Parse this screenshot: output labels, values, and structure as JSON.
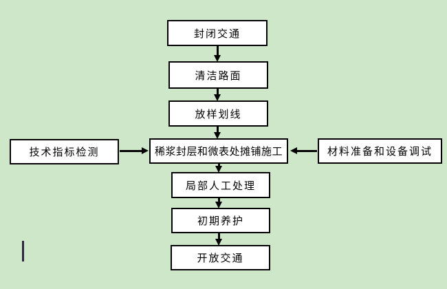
{
  "colors": {
    "background": "#cfe7c9",
    "node_fill": "#ffffff",
    "node_border": "#000000",
    "arrow": "#000000",
    "text_cursor": "#2e2340"
  },
  "nodes": [
    {
      "label": "封闭交通"
    },
    {
      "label": "清洁路面"
    },
    {
      "label": "放样划线"
    },
    {
      "label": "技术指标检测"
    },
    {
      "label": "稀浆封层和微表处摊铺施工"
    },
    {
      "label": "材料准备和设备调试"
    },
    {
      "label": "局部人工处理"
    },
    {
      "label": "初期养护"
    },
    {
      "label": "开放交通"
    }
  ],
  "edges": [
    {
      "from": "封闭交通",
      "to": "清洁路面",
      "direction": "down"
    },
    {
      "from": "清洁路面",
      "to": "放样划线",
      "direction": "down"
    },
    {
      "from": "放样划线",
      "to": "稀浆封层和微表处摊铺施工",
      "direction": "down"
    },
    {
      "from": "技术指标检测",
      "to": "稀浆封层和微表处摊铺施工",
      "direction": "right"
    },
    {
      "from": "材料准备和设备调试",
      "to": "稀浆封层和微表处摊铺施工",
      "direction": "left"
    },
    {
      "from": "稀浆封层和微表处摊铺施工",
      "to": "局部人工处理",
      "direction": "down"
    },
    {
      "from": "局部人工处理",
      "to": "初期养护",
      "direction": "down"
    },
    {
      "from": "初期养护",
      "to": "开放交通",
      "direction": "down"
    }
  ]
}
